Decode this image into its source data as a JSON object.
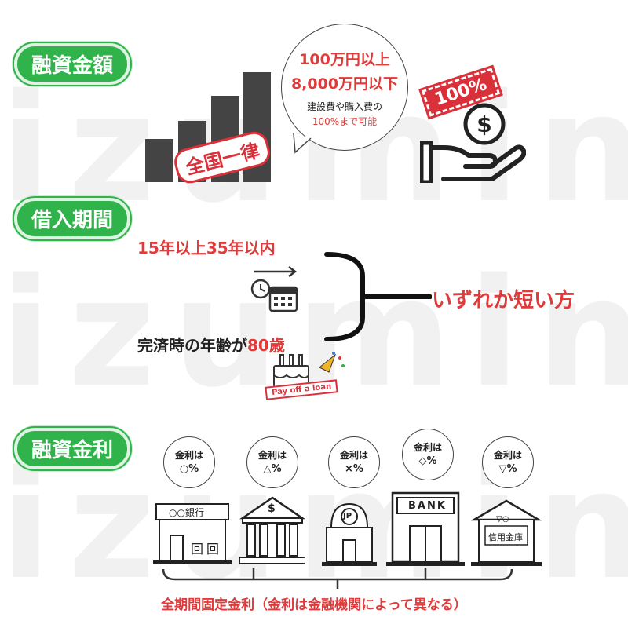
{
  "watermark": "izumin",
  "section1": {
    "title": "融資金額",
    "bubble_line1": "100万円以上",
    "bubble_line2": "8,000万円以下",
    "bubble_line3": "建設費や購入費の",
    "bubble_line4": "100%まで可能",
    "stamp_nationwide": "全国一律",
    "stamp_percent": "100%",
    "colors": {
      "accent_green": "#2fb34a",
      "accent_red": "#e03a3a"
    }
  },
  "section2": {
    "title": "借入期間",
    "cond1": "15年以上35年以内",
    "cond2_prefix": "完済時の年齢が",
    "cond2_value": "80歳",
    "result": "いずれか短い方",
    "cake_banner": "Pay off a loan"
  },
  "section3": {
    "title": "融資金利",
    "banks": [
      {
        "rate_label": "金利は",
        "rate": "○%",
        "sign": "○○銀行"
      },
      {
        "rate_label": "金利は",
        "rate": "△%",
        "sign": "$"
      },
      {
        "rate_label": "金利は",
        "rate": "×%",
        "sign": "JP"
      },
      {
        "rate_label": "金利は",
        "rate": "◇%",
        "sign": "BANK"
      },
      {
        "rate_label": "金利は",
        "rate": "▽%",
        "sign_top": "▽○",
        "sign_bottom": "信用金庫"
      }
    ],
    "building_sign": "回",
    "footer": "全期間固定金利（金利は金融機関によって異なる）"
  }
}
